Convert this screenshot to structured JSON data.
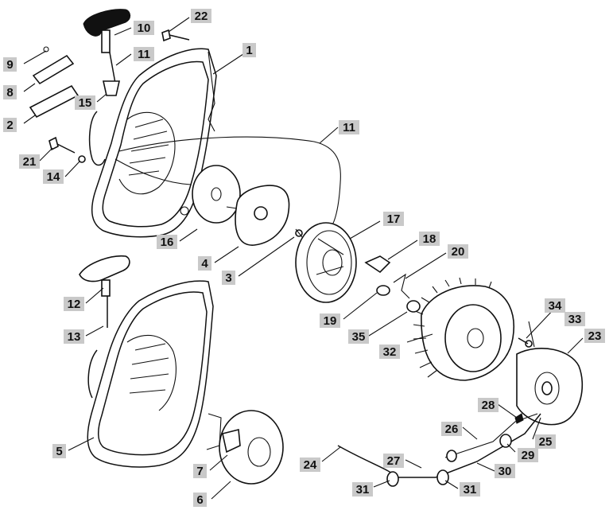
{
  "callouts": [
    {
      "id": "c1",
      "text": "1"
    },
    {
      "id": "c2",
      "text": "2"
    },
    {
      "id": "c3",
      "text": "3"
    },
    {
      "id": "c4",
      "text": "4"
    },
    {
      "id": "c5",
      "text": "5"
    },
    {
      "id": "c6",
      "text": "6"
    },
    {
      "id": "c7",
      "text": "7"
    },
    {
      "id": "c8",
      "text": "8"
    },
    {
      "id": "c9",
      "text": "9"
    },
    {
      "id": "c10",
      "text": "10"
    },
    {
      "id": "c11a",
      "text": "11"
    },
    {
      "id": "c11b",
      "text": "11"
    },
    {
      "id": "c12",
      "text": "12"
    },
    {
      "id": "c13",
      "text": "13"
    },
    {
      "id": "c14",
      "text": "14"
    },
    {
      "id": "c15",
      "text": "15"
    },
    {
      "id": "c16",
      "text": "16"
    },
    {
      "id": "c17",
      "text": "17"
    },
    {
      "id": "c18",
      "text": "18"
    },
    {
      "id": "c19",
      "text": "19"
    },
    {
      "id": "c20",
      "text": "20"
    },
    {
      "id": "c21",
      "text": "21"
    },
    {
      "id": "c22",
      "text": "22"
    },
    {
      "id": "c23",
      "text": "23"
    },
    {
      "id": "c24",
      "text": "24"
    },
    {
      "id": "c25",
      "text": "25"
    },
    {
      "id": "c26",
      "text": "26"
    },
    {
      "id": "c27",
      "text": "27"
    },
    {
      "id": "c28",
      "text": "28"
    },
    {
      "id": "c29",
      "text": "29"
    },
    {
      "id": "c30",
      "text": "30"
    },
    {
      "id": "c31a",
      "text": "31"
    },
    {
      "id": "c31b",
      "text": "31"
    },
    {
      "id": "c32",
      "text": "32"
    },
    {
      "id": "c33",
      "text": "33"
    },
    {
      "id": "c34",
      "text": "34"
    },
    {
      "id": "c35",
      "text": "35"
    }
  ]
}
